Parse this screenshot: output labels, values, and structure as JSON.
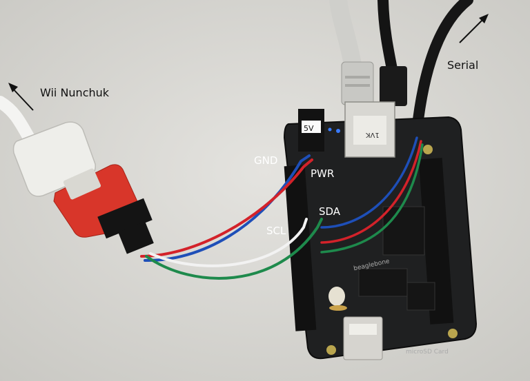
{
  "annotations": {
    "wii_nunchuk": "Wii Nunchuk",
    "serial": "Serial",
    "gnd": "GND",
    "pwr": "PWR",
    "sda": "SDA",
    "scl": "SCL"
  },
  "board_markings": {
    "power_jack": "5V",
    "ethernet": "1VK",
    "brand": "beaglebone",
    "sd_slot": "microSD Card"
  },
  "colors": {
    "background": "#d9d8d4",
    "board": "#1f2021",
    "adapter": "#d8362a",
    "wire_gnd": "#1e4fb8",
    "wire_pwr": "#d3222a",
    "wire_sda": "#1e8a4c",
    "wire_scl": "#f2f2f2"
  }
}
